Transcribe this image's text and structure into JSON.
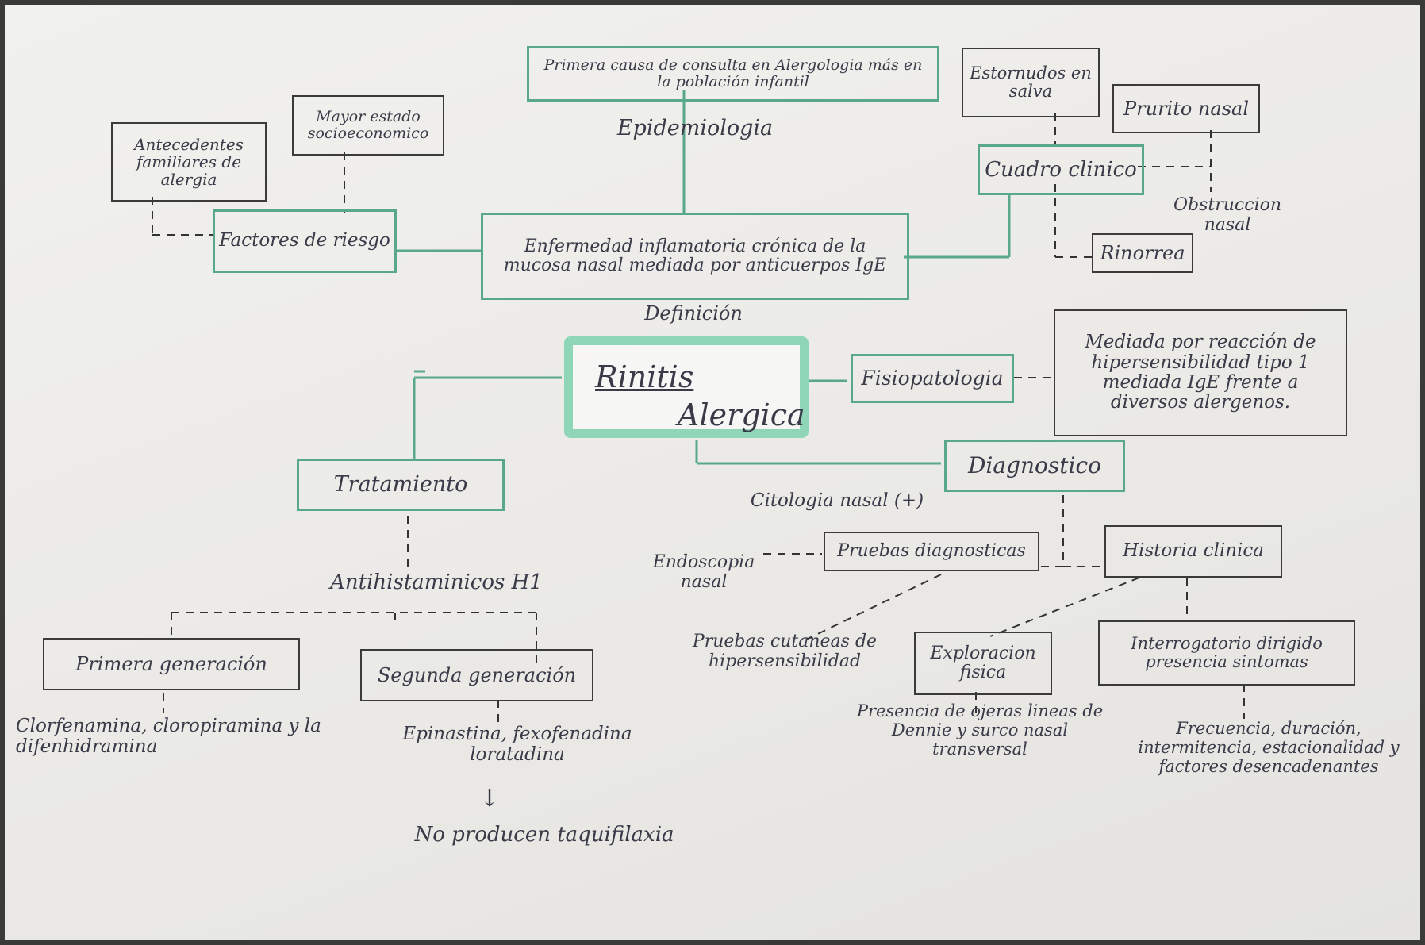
{
  "center": {
    "line1": "Rinitis",
    "line2": "Alergica"
  },
  "epidemiologia": {
    "box": "Primera causa de consulta en Alergologia más en la población infantil",
    "label": "Epidemiologia"
  },
  "definicion": {
    "box": "Enfermedad inflamatoria crónica de la mucosa nasal mediada por anticuerpos IgE",
    "label": "Definición"
  },
  "factores": {
    "title": "Factores de riesgo",
    "antecedentes": "Antecedentes familiares de alergia",
    "socioeconomico": "Mayor estado socioeconomico"
  },
  "cuadro_clinico": {
    "title": "Cuadro clinico",
    "estornudos": "Estornudos en salva",
    "prurito": "Prurito nasal",
    "obstruccion": "Obstruccion nasal",
    "rinorrea": "Rinorrea"
  },
  "fisiopatologia": {
    "title": "Fisiopatologia",
    "detail": "Mediada por reacción de hipersensibilidad tipo 1 mediada IgE frente a diversos alergenos."
  },
  "diagnostico": {
    "title": "Diagnostico",
    "citologia": "Citologia nasal (+)",
    "pruebas": "Pruebas diagnosticas",
    "endoscopia": "Endoscopia nasal",
    "cutaneas": "Pruebas cutaneas de hipersensibilidad",
    "historia": "Historia clinica",
    "exploracion": "Exploracion fisica",
    "exploracion_detail": "Presencia de ojeras lineas de Dennie y surco nasal transversal",
    "interrogatorio": "Interrogatorio dirigido presencia sintomas",
    "interrogatorio_detail": "Frecuencia, duración, intermitencia, estacionalidad y factores desencadenantes"
  },
  "tratamiento": {
    "title": "Tratamiento",
    "antihistaminicos": "Antihistaminicos H1",
    "primera": "Primera generación",
    "primera_detail": "Clorfenamina, cloropiramina y la difenhidramina",
    "segunda": "Segunda generación",
    "segunda_detail": "Epinastina, fexofenadina loratadina",
    "arrow": "↓",
    "taquifilaxia": "No producen taquifilaxia"
  }
}
